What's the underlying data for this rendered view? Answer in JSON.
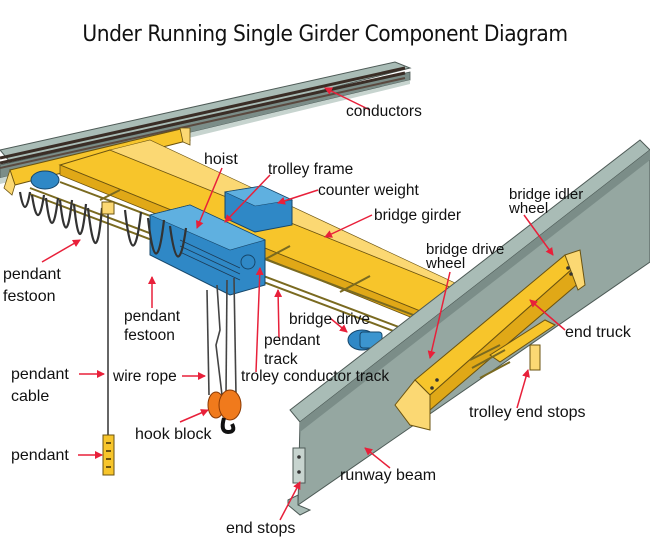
{
  "title": "Under Running Single Girder Component Diagram",
  "colors": {
    "girder_yellow": "#f7c52b",
    "girder_light": "#fbd873",
    "hoist_blue": "#2f88c6",
    "beam_gray": "#9fb0ab",
    "beam_dark": "#6d7d78",
    "hook_orange": "#f07a1c",
    "arrow_red": "#e8203a"
  },
  "labels": {
    "conductors": "conductors",
    "hoist": "hoist",
    "trolley_frame": "trolley frame",
    "counter_weight": "counter weight",
    "bridge_girder": "bridge girder",
    "bridge_idler_wheel_1": "bridge idler",
    "bridge_idler_wheel_2": "wheel",
    "bridge_drive_wheel_1": "bridge drive",
    "bridge_drive_wheel_2": "wheel",
    "pendant_festoon_left_1": "pendant",
    "pendant_festoon_left_2": "festoon",
    "pendant_festoon_mid_1": "pendant",
    "pendant_festoon_mid_2": "festoon",
    "end_truck": "end truck",
    "bridge_drive": "bridge drive",
    "pendant_track_1": "pendant",
    "pendant_track_2": "track",
    "pendant_cable_1": "pendant",
    "pendant_cable_2": "cable",
    "wire_rope": "wire rope",
    "troley_conductor_track": "troley conductor track",
    "trolley_end_stops": "trolley end stops",
    "hook_block": "hook block",
    "pendant": "pendant",
    "runway_beam": "runway beam",
    "end_stops": "end stops"
  }
}
